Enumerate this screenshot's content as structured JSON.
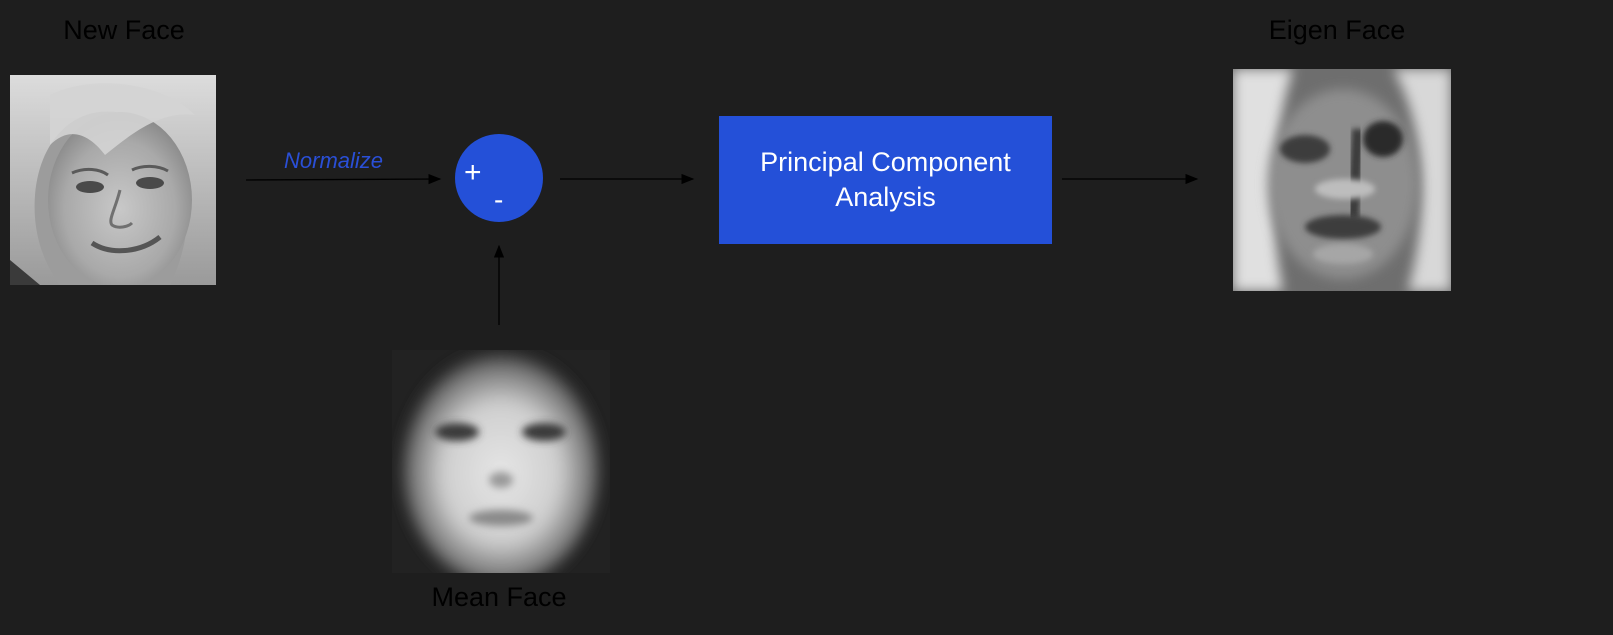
{
  "labels": {
    "new_face": "New Face",
    "eigen_face": "Eigen Face",
    "mean_face": "Mean Face"
  },
  "edges": {
    "normalize": "Normalize"
  },
  "sum_node": {
    "plus": "+",
    "minus": "-"
  },
  "pca_box": {
    "text": "Principal Component Analysis"
  },
  "colors": {
    "background": "#1e1e1e",
    "node_blue": "#2450d8",
    "normalize_text": "#2a4fd6",
    "label_text": "#000000",
    "arrow": "#000000"
  }
}
